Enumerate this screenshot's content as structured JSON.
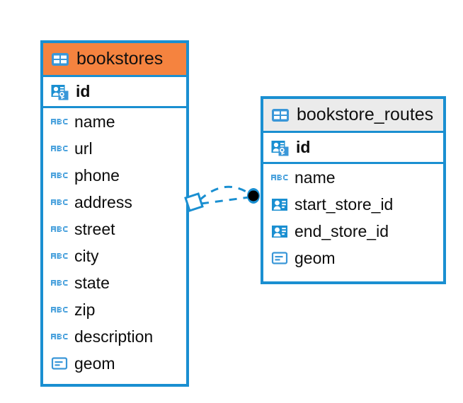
{
  "diagram": {
    "type": "entity-relationship-diagram",
    "background": "#ffffff",
    "accent_color": "#1a8fd1",
    "highlight_color": "#f5833f",
    "neutral_header_color": "#ebebeb"
  },
  "tables": [
    {
      "name": "bookstores",
      "header_style": "accent",
      "fields": [
        {
          "label": "id",
          "icon": "primary-key-icon",
          "key": true
        },
        {
          "label": "name",
          "icon": "abc-text-icon",
          "key": false
        },
        {
          "label": "url",
          "icon": "abc-text-icon",
          "key": false
        },
        {
          "label": "phone",
          "icon": "abc-text-icon",
          "key": false
        },
        {
          "label": "address",
          "icon": "abc-text-icon",
          "key": false
        },
        {
          "label": "street",
          "icon": "abc-text-icon",
          "key": false
        },
        {
          "label": "city",
          "icon": "abc-text-icon",
          "key": false
        },
        {
          "label": "state",
          "icon": "abc-text-icon",
          "key": false
        },
        {
          "label": "zip",
          "icon": "abc-text-icon",
          "key": false
        },
        {
          "label": "description",
          "icon": "abc-text-icon",
          "key": false
        },
        {
          "label": "geom",
          "icon": "geometry-icon",
          "key": false
        }
      ]
    },
    {
      "name": "bookstore_routes",
      "header_style": "neutral",
      "fields": [
        {
          "label": "id",
          "icon": "primary-key-icon",
          "key": true
        },
        {
          "label": "name",
          "icon": "abc-text-icon",
          "key": false
        },
        {
          "label": "start_store_id",
          "icon": "foreign-key-icon",
          "key": false
        },
        {
          "label": "end_store_id",
          "icon": "foreign-key-icon",
          "key": false
        },
        {
          "label": "geom",
          "icon": "geometry-icon",
          "key": false
        }
      ]
    }
  ],
  "relationship": {
    "from_table": "bookstores",
    "to_table": "bookstore_routes",
    "line_style": "dashed",
    "line_color": "#1a8fd1",
    "source_marker": "diamond-outline",
    "target_marker": "filled-circle",
    "target_marker_color": "#000000"
  }
}
